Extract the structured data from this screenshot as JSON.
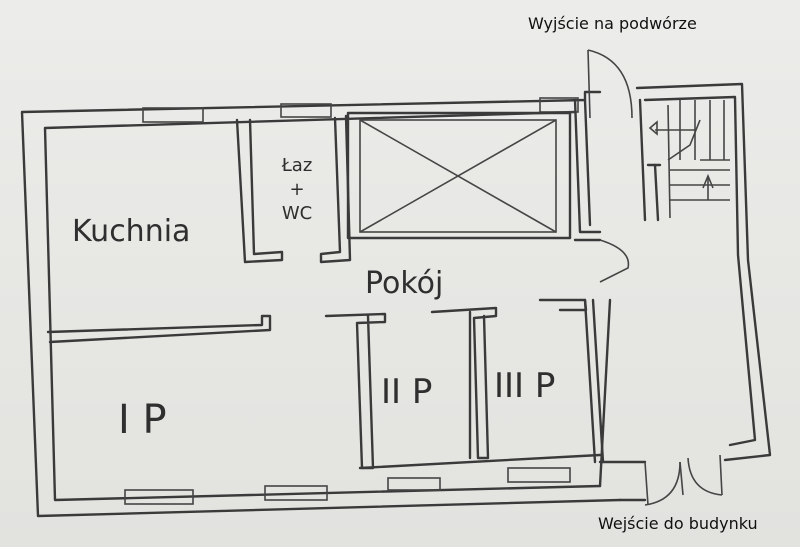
{
  "labels": {
    "exit_yard": "Wyjście na podwórze",
    "entrance": "Wejście do budynku",
    "kitchen": "Kuchnia",
    "bathroom_line1": "Łaz",
    "bathroom_line2": "+",
    "bathroom_line3": "WC",
    "room": "Pokój",
    "floor_1": "I P",
    "floor_2": "II P",
    "floor_3": "III P"
  },
  "colors": {
    "paper": "#e8e8e6",
    "ink": "#3a3a3a",
    "text": "#111111"
  }
}
